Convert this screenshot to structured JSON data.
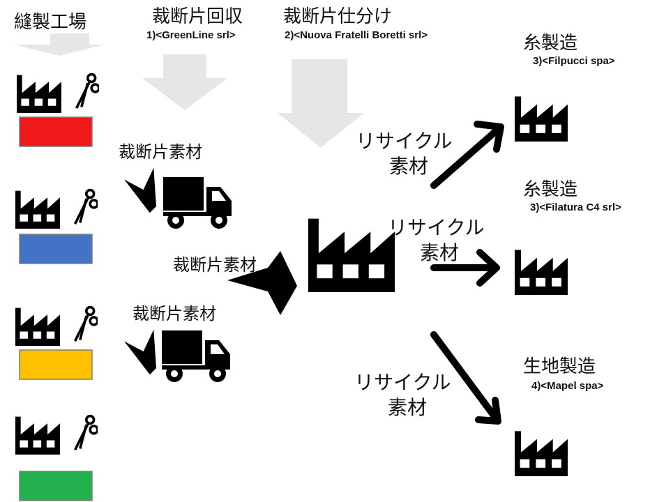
{
  "headers": {
    "sewing_factory": "縫製工場",
    "scrap_collection": "裁断片回収",
    "scrap_sorting": "裁断片仕分け"
  },
  "companies": {
    "collector": "1)<GreenLine srl>",
    "sorter": "2)<Nuova Fratelli Boretti srl>",
    "yarn_1": "3)<Filpucci spa>",
    "yarn_2": "3)<Filatura C4 srl>",
    "fabric": "4)<Mapel spa>"
  },
  "labels": {
    "scrap_material_1": "裁断片素材",
    "scrap_material_2": "裁断片素材",
    "scrap_material_3": "裁断片素材",
    "recycled_material": "リサイクル",
    "recycled_material_sub": "素材",
    "yarn_manufacturing": "糸製造",
    "fabric_manufacturing": "生地製造"
  },
  "colors": {
    "icon": "#000000",
    "arrow_grey": "#e6e6e6",
    "fabric_red": "#f01818",
    "fabric_blue": "#4472c4",
    "fabric_yellow": "#ffc000",
    "fabric_green": "#22b14c"
  },
  "icons": [
    "factory-icon",
    "scissors-icon",
    "truck-icon",
    "fabric-swatch"
  ]
}
